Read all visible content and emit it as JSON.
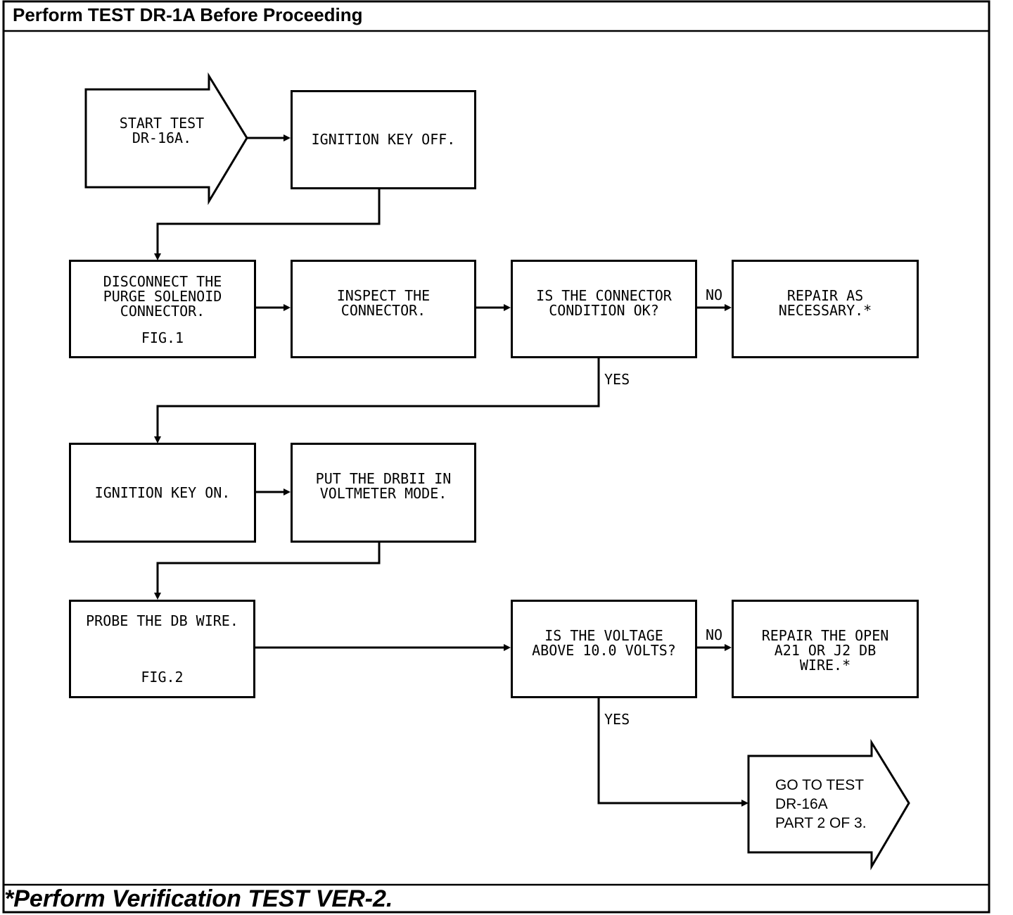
{
  "header": {
    "title": "Perform TEST DR-1A Before Proceeding"
  },
  "footer": {
    "note": "*Perform Verification TEST VER-2."
  },
  "flowchart": {
    "start": {
      "text": "START TEST\nDR-16A."
    },
    "ignition_off": {
      "text": "IGNITION KEY OFF."
    },
    "disconnect": {
      "text": "DISCONNECT THE\nPURGE SOLENOID\nCONNECTOR.",
      "fig": "FIG.1"
    },
    "inspect": {
      "text": "INSPECT THE\nCONNECTOR."
    },
    "connector_ok": {
      "text": "IS THE CONNECTOR\nCONDITION OK?"
    },
    "repair_as_necessary": {
      "text": "REPAIR AS\nNECESSARY.*"
    },
    "ignition_on": {
      "text": "IGNITION KEY ON."
    },
    "drbii_voltmeter": {
      "text": "PUT THE DRBII IN\nVOLTMETER MODE."
    },
    "probe_db": {
      "text": "PROBE THE DB WIRE.",
      "fig": "FIG.2"
    },
    "voltage_check": {
      "text": "IS THE VOLTAGE\nABOVE 10.0 VOLTS?"
    },
    "repair_open": {
      "text": "REPAIR THE OPEN\nA21 OR J2 DB\nWIRE.*"
    },
    "goto_part2": {
      "text": "GO TO TEST\nDR-16A\nPART 2 OF 3."
    },
    "labels": {
      "no_1": "NO",
      "yes_1": "YES",
      "no_2": "NO",
      "yes_2": "YES"
    }
  }
}
